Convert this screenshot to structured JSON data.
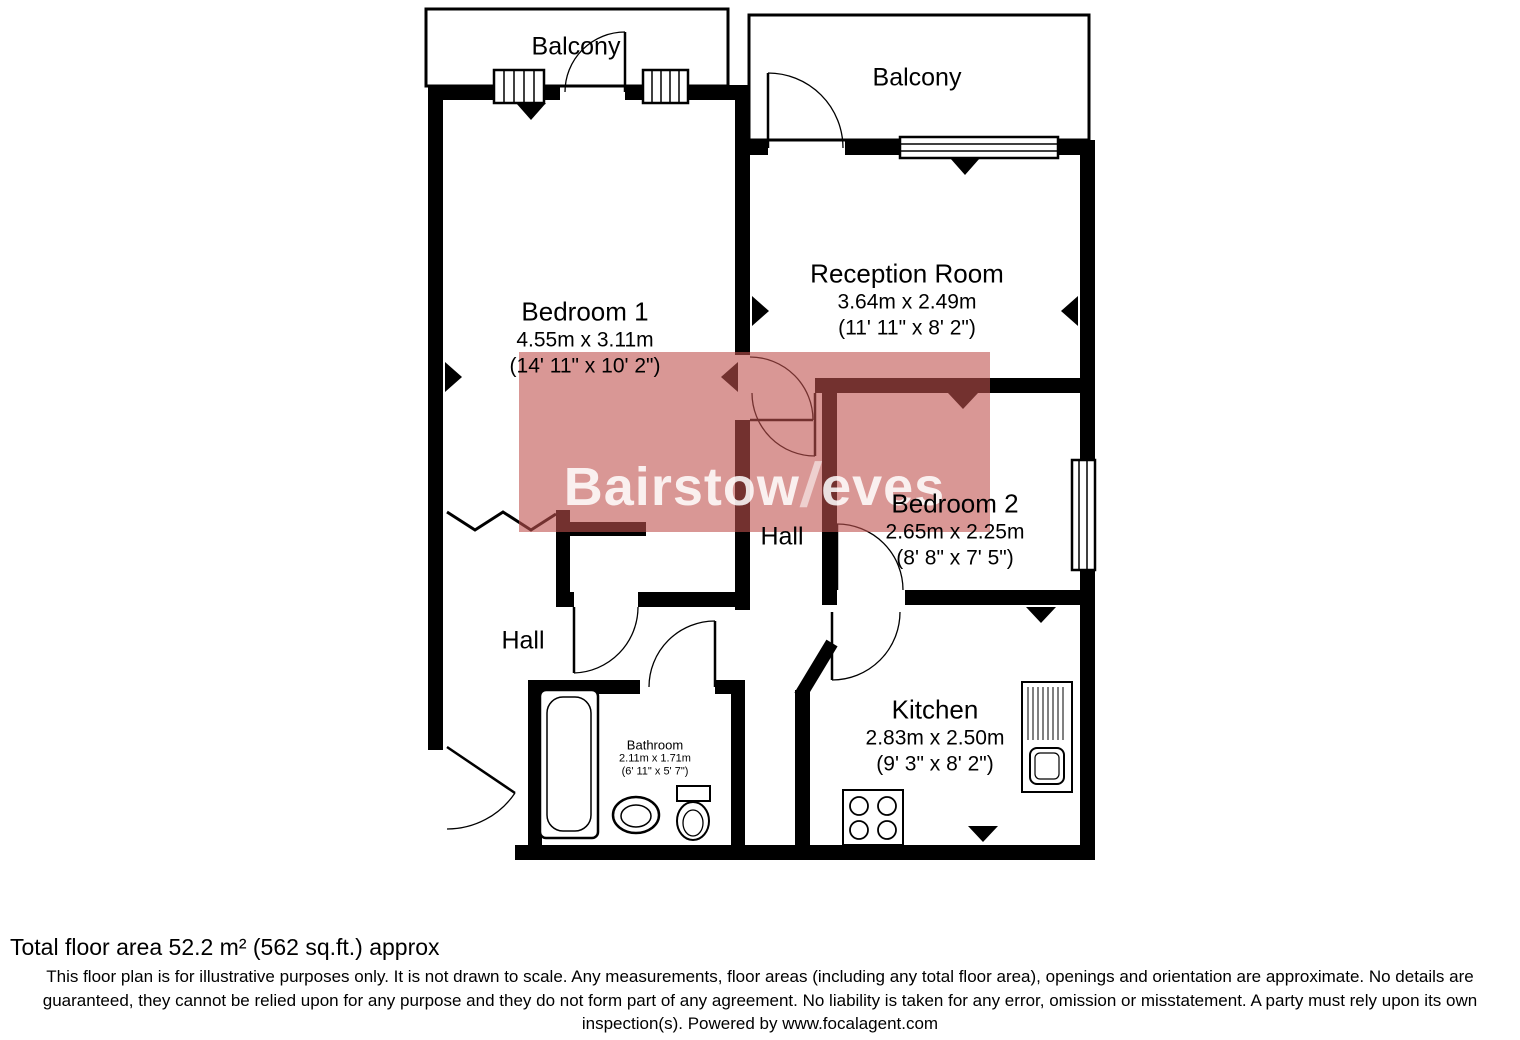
{
  "plan": {
    "balcony_left": "Balcony",
    "balcony_right": "Balcony",
    "bedroom1": {
      "name": "Bedroom 1",
      "metric": "4.55m x 3.11m",
      "imperial": "(14' 11\" x 10' 2\")"
    },
    "reception": {
      "name": "Reception Room",
      "metric": "3.64m x 2.49m",
      "imperial": "(11' 11\" x 8' 2\")"
    },
    "bedroom2": {
      "name": "Bedroom 2",
      "metric": "2.65m x 2.25m",
      "imperial": "(8' 8\" x 7' 5\")"
    },
    "hall_right": "Hall",
    "hall_left": "Hall",
    "kitchen": {
      "name": "Kitchen",
      "metric": "2.83m x 2.50m",
      "imperial": "(9' 3\" x 8' 2\")"
    },
    "bathroom": {
      "name": "Bathroom",
      "metric": "2.11m x 1.71m",
      "imperial": "(6' 11\" x 5' 7\")"
    }
  },
  "watermark": {
    "part1": "Bairstow",
    "separator": "/",
    "part2": "eves"
  },
  "footer": {
    "total_area": "Total floor area 52.2 m² (562 sq.ft.) approx",
    "disclaimer": "This floor plan is for illustrative purposes only. It is not drawn to scale. Any measurements, floor areas (including any total floor area), openings and orientation are approximate. No details are guaranteed, they cannot be relied upon for any purpose and they do not form part of any agreement. No liability is taken for any error, omission or misstatement. A party must rely upon its own inspection(s). Powered by www.focalagent.com"
  },
  "colors": {
    "wall": "#000000",
    "watermark_red": "#c0524e",
    "background": "#ffffff"
  }
}
